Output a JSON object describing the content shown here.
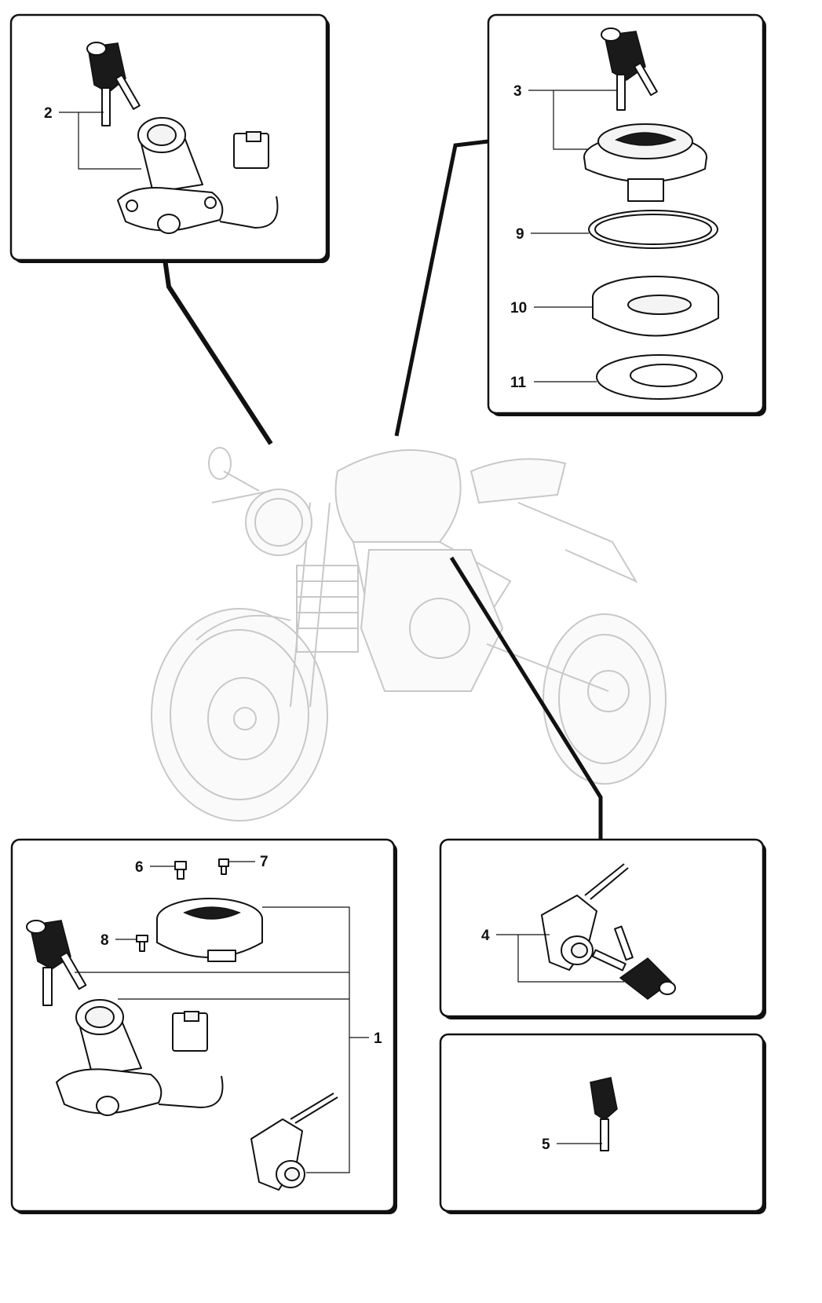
{
  "callouts": {
    "c1": "1",
    "c2": "2",
    "c3": "3",
    "c4": "4",
    "c5": "5",
    "c6": "6",
    "c7": "7",
    "c8": "8",
    "c9": "9",
    "c10": "10",
    "c11": "11"
  },
  "icons": {
    "motorcycle": "motorcycle-icon",
    "key": "key-icon",
    "ignition_switch": "ignition-switch-icon",
    "fuel_cap": "fuel-cap-icon",
    "seat_lock": "seat-lock-icon",
    "screw": "screw-icon",
    "gasket": "gasket-icon",
    "flange": "flange-icon"
  },
  "colors": {
    "line": "#111111",
    "drawing_faint": "#c8c8c8",
    "background": "#ffffff"
  }
}
